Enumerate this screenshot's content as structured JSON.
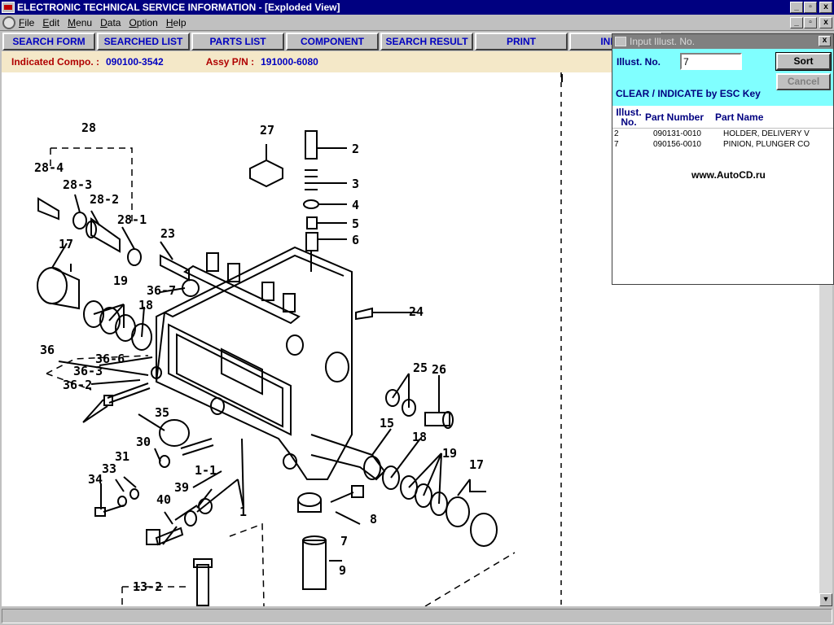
{
  "window": {
    "title": "ELECTRONIC TECHNICAL SERVICE INFORMATION - [Exploded View]",
    "controls": [
      "_",
      "▫",
      "x"
    ]
  },
  "menu": {
    "items": [
      "File",
      "Edit",
      "Menu",
      "Data",
      "Option",
      "Help"
    ]
  },
  "nav": {
    "buttons": [
      "SEARCH FORM",
      "SEARCHED LIST",
      "PARTS LIST",
      "COMPONENT",
      "SEARCH RESULT",
      "PRINT",
      "INFOR"
    ]
  },
  "info": {
    "compo_label": "Indicated Compo. :",
    "compo_value": "090100-3542",
    "assy_label": "Assy P/N :",
    "assy_value": "191000-6080"
  },
  "dialog": {
    "title": "Input Illust. No.",
    "illust_label": "Illust. No.",
    "illust_value": "7",
    "sort_label": "Sort",
    "cancel_label": "Cancel",
    "hint": "CLEAR / INDICATE by ESC Key",
    "columns": [
      "Illust. No.",
      "Part Number",
      "Part Name"
    ],
    "rows": [
      {
        "illust": "2",
        "part_number": "090131-0010",
        "part_name": "HOLDER, DELIVERY V"
      },
      {
        "illust": "7",
        "part_number": "090156-0010",
        "part_name": "PINION, PLUNGER CO"
      }
    ],
    "watermark": "www.AutoCD.ru"
  },
  "drawing": {
    "labels": [
      "28",
      "28-4",
      "28-3",
      "28-2",
      "28-1",
      "27",
      "2",
      "3",
      "4",
      "5",
      "6",
      "17",
      "19",
      "18",
      "23",
      "36-7",
      "36",
      "36-6",
      "36-3",
      "36-2",
      "24",
      "25",
      "26",
      "15",
      "18",
      "19",
      "17",
      "35",
      "30",
      "31",
      "33",
      "34",
      "1-1",
      "39",
      "40",
      "1",
      "8",
      "7",
      "9",
      "13-2"
    ]
  }
}
